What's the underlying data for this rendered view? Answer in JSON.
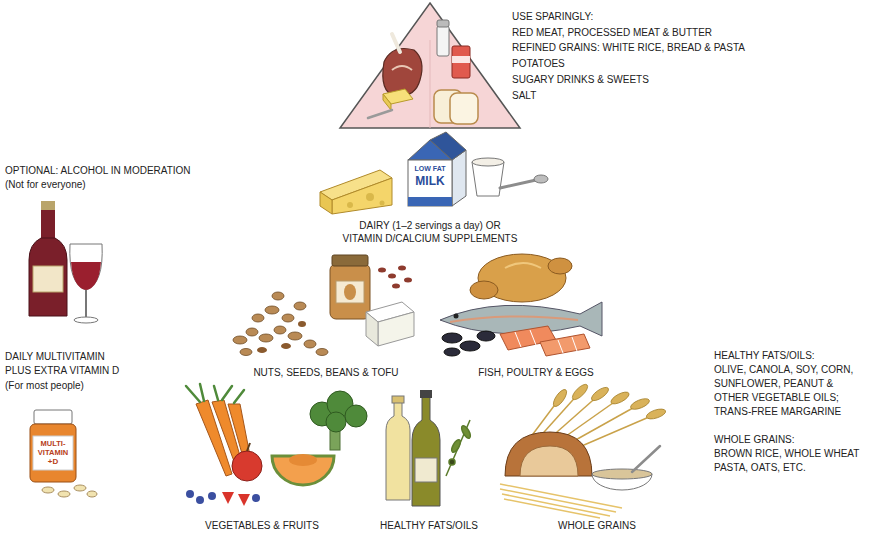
{
  "diagram": {
    "nodes": [
      {
        "text": [
          "DAIRY (1–2 servings a day) OR VITAMIN D/CALCIUM SUPPLEMENTS"
        ]
      },
      {
        "text": [
          "NUTS, SEEDS, BEANS & TOFU"
        ]
      },
      {
        "text": [
          "FISH, POULTRY & EGGS"
        ]
      },
      {
        "text": [
          "VEGETABLES & FRUITS"
        ]
      },
      {
        "text": [
          "HEALTHY FATS/OILS"
        ]
      },
      {
        "text": [
          "WHOLE GRAINS"
        ]
      }
    ],
    "labels": [
      "USE SPARINGLY:",
      "RED MEAT, PROCESSED MEAT & BUTTER",
      "REFINED GRAINS: WHITE RICE, BREAD & PASTA",
      "POTATOES",
      "SUGARY DRINKS & SWEETS",
      "SALT",
      "LOW FAT",
      "MILK",
      "OPTIONAL: ALCOHOL IN MODERATION",
      "(Not for everyone)",
      "DAILY MULTIVITAMIN PLUS EXTRA VITAMIN D",
      "(For most people)",
      "MULTI-",
      "VITAMIN",
      "+D",
      "HEALTHY FATS/OILS:",
      "OLIVE, CANOLA, SOY, CORN, SUNFLOWER, PEANUT & OTHER VEGETABLE OILS; TRANS-FREE MARGARINE",
      "WHOLE GRAINS:",
      "BROWN RICE, WHOLE WHEAT PASTA, OATS, ETC."
    ]
  }
}
